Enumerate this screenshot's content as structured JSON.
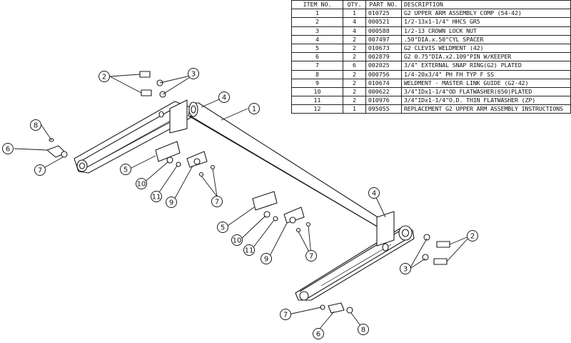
{
  "bom": {
    "headers": {
      "item": "ITEM NO.",
      "qty": "QTY.",
      "part": "PART NO.",
      "desc": "DESCRIPTION"
    },
    "rows": [
      {
        "item": "1",
        "qty": "1",
        "part": "010725",
        "desc": "G2 UPPER ARM ASSEMBLY COMP (54-42)"
      },
      {
        "item": "2",
        "qty": "4",
        "part": "000521",
        "desc": "1/2-13x1-1/4\" HHCS GR5"
      },
      {
        "item": "3",
        "qty": "4",
        "part": "000588",
        "desc": "1/2-13 CROWN LOCK NUT"
      },
      {
        "item": "4",
        "qty": "2",
        "part": "007497",
        "desc": ".50\"DIA.x.50\"CYL SPACER"
      },
      {
        "item": "5",
        "qty": "2",
        "part": "010673",
        "desc": "G2 CLEVIS WELDMENT (42)"
      },
      {
        "item": "6",
        "qty": "2",
        "part": "002879",
        "desc": "G2 0.75\"DIA.x2.109\"PIN W/KEEPER"
      },
      {
        "item": "7",
        "qty": "6",
        "part": "002025",
        "desc": "3/4\" EXTERNAL SNAP RING(G2) PLATED"
      },
      {
        "item": "8",
        "qty": "2",
        "part": "000756",
        "desc": "1/4-20x3/4\" PH FH TYP F SS"
      },
      {
        "item": "9",
        "qty": "2",
        "part": "010674",
        "desc": "WELDMENT - MASTER LINK GUIDE (G2-42)"
      },
      {
        "item": "10",
        "qty": "2",
        "part": "000622",
        "desc": "3/4\"IDx1-1/4\"OD FLATWASHER(650)PLATED"
      },
      {
        "item": "11",
        "qty": "2",
        "part": "010976",
        "desc": "3/4\"IDx1-1/4\"O.D. THIN FLATWASHER (ZP)"
      },
      {
        "item": "12",
        "qty": "1",
        "part": "095055",
        "desc": "REPLACEMENT G2 UPPER ARM ASSEMBLY INSTRUCTIONS"
      }
    ]
  },
  "callouts": [
    {
      "label": "1"
    },
    {
      "label": "2"
    },
    {
      "label": "3"
    },
    {
      "label": "4"
    },
    {
      "label": "8"
    },
    {
      "label": "6"
    },
    {
      "label": "7"
    },
    {
      "label": "5"
    },
    {
      "label": "10"
    },
    {
      "label": "11"
    },
    {
      "label": "9"
    },
    {
      "label": "7"
    },
    {
      "label": "4"
    },
    {
      "label": "5"
    },
    {
      "label": "10"
    },
    {
      "label": "11"
    },
    {
      "label": "9"
    },
    {
      "label": "7"
    },
    {
      "label": "2"
    },
    {
      "label": "3"
    },
    {
      "label": "7"
    },
    {
      "label": "6"
    },
    {
      "label": "8"
    }
  ]
}
